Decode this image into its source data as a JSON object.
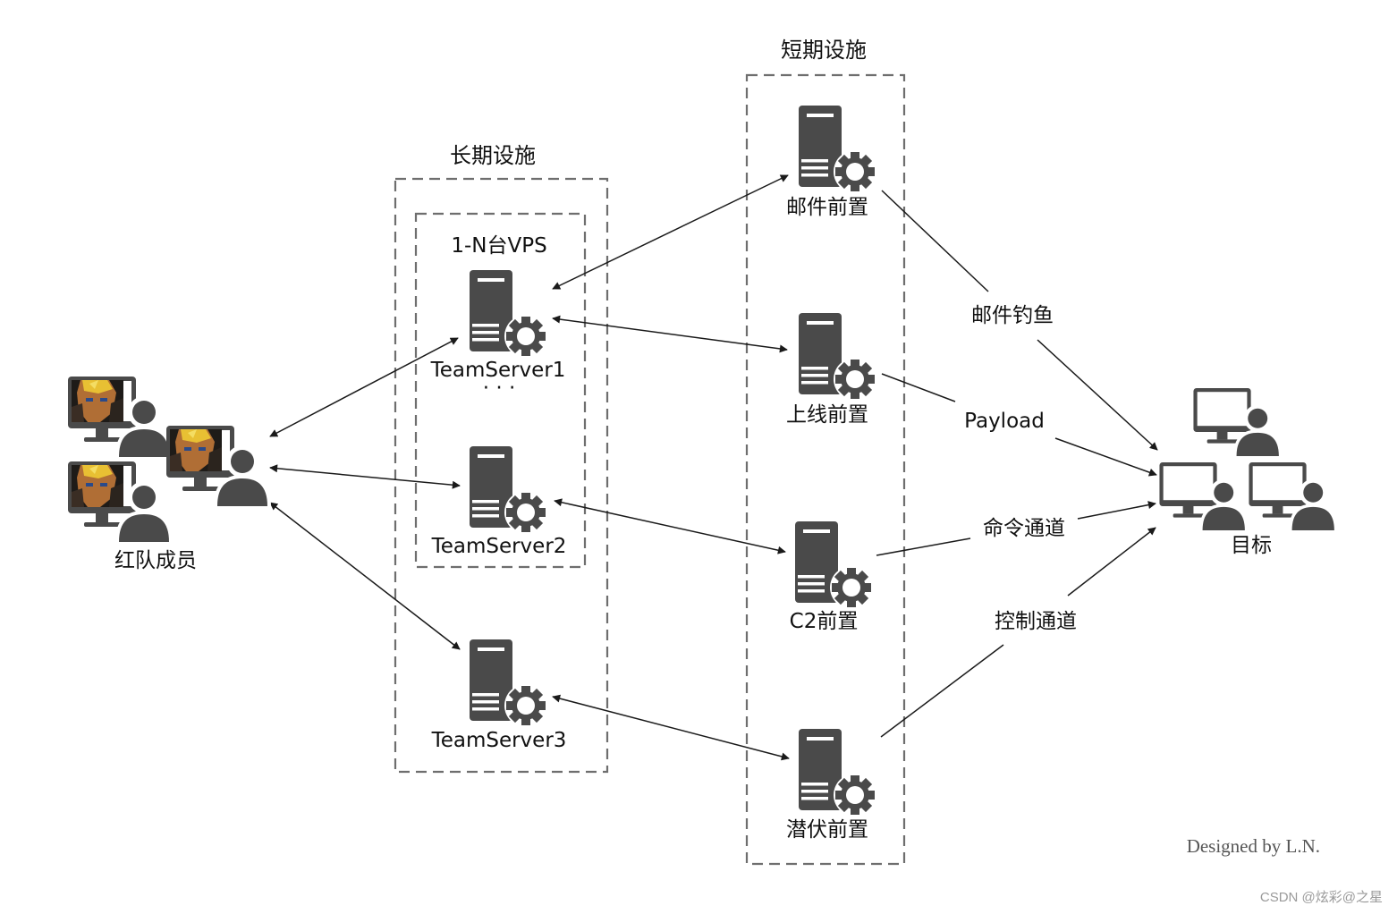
{
  "groups": {
    "long_term": "长期设施",
    "short_term": "短期设施",
    "vps": "1-N台VPS"
  },
  "team": {
    "label": "红队成员"
  },
  "servers": {
    "ts1": "TeamServer1",
    "ellipsis": "· · ·",
    "ts2": "TeamServer2",
    "ts3": "TeamServer3"
  },
  "redirectors": {
    "mail": "邮件前置",
    "online": "上线前置",
    "c2": "C2前置",
    "lurk": "潜伏前置"
  },
  "channels": {
    "phishing": "邮件钓鱼",
    "payload": "Payload",
    "command": "命令通道",
    "control": "控制通道"
  },
  "target": {
    "label": "目标"
  },
  "credit": "Designed by L.N.",
  "watermark": "CSDN @炫彩@之星",
  "colors": {
    "icon": "#4a4a4a",
    "box": "#6e6e6e",
    "edge": "#1a1a1a"
  }
}
